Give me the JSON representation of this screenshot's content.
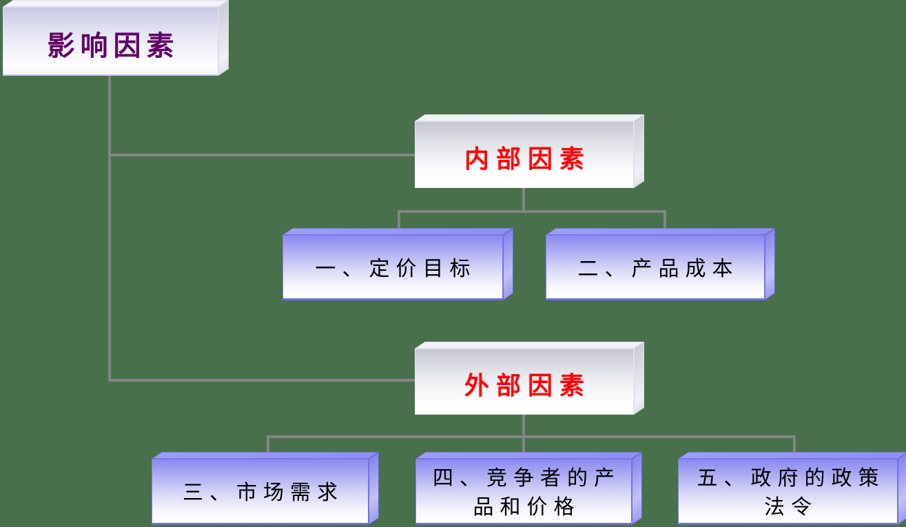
{
  "colors": {
    "background": "#48704B",
    "connector": "#848484",
    "root_text": "#600466",
    "branch_text": "#FF0000",
    "leaf_text": "#000000",
    "leaf_box_blue": "#8A8AF1",
    "header_box_gray": "#C6C6D0"
  },
  "diagram": {
    "root": {
      "label": "影响因素"
    },
    "branches": [
      {
        "label": "内部因素",
        "children": [
          {
            "label": "一、定价目标"
          },
          {
            "label": "二、产品成本"
          }
        ]
      },
      {
        "label": "外部因素",
        "children": [
          {
            "label": "三、市场需求"
          },
          {
            "label": "四、竞争者的产\n品和价格"
          },
          {
            "label": "五、政府的政策\n法令"
          }
        ]
      }
    ]
  }
}
